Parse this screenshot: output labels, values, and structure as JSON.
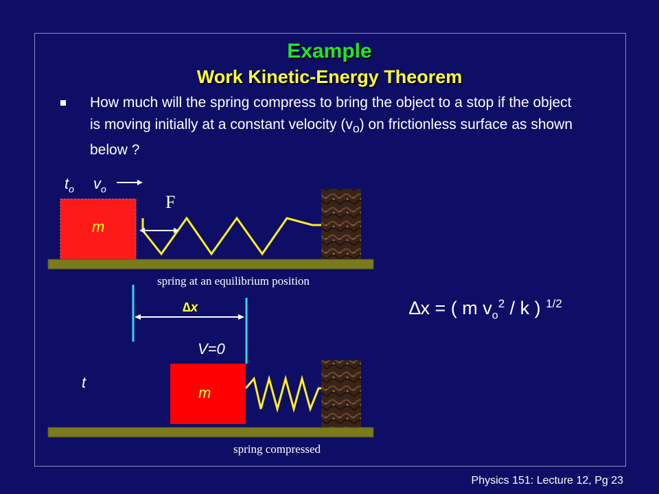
{
  "slide": {
    "title": "Example",
    "subtitle": "Work Kinetic-Energy Theorem",
    "question": "How much will the spring compress to bring the object to a stop if the object is moving initially  at a constant velocity (v",
    "question_sub": "o",
    "question_end": ") on frictionless surface as shown below  ?",
    "footer": "Physics 151: Lecture 12, Pg 23"
  },
  "diagram": {
    "top_time_label": "t",
    "top_time_sub": "o",
    "top_velocity_label": "v",
    "top_velocity_sub": "o",
    "force_label": "F",
    "mass_label_top": "m",
    "caption_top": "spring at an equilibrium position",
    "delta_x_label": "∆x",
    "final_velocity_label": "V=0",
    "bottom_time_label": "t",
    "mass_label_bottom": "m",
    "caption_bottom": "spring  compressed"
  },
  "equation": {
    "lhs": "∆x = ( m v",
    "v_sub": "o",
    "v_sup": "2",
    "middle": " / k ) ",
    "exp": "1/2"
  },
  "colors": {
    "background": "#0e0e66",
    "title": "#22e622",
    "subtitle": "#ffff33",
    "block": "#ff0000",
    "spring": "#ffee22",
    "floor": "#7a7a1e",
    "guide": "#33d6f0"
  }
}
